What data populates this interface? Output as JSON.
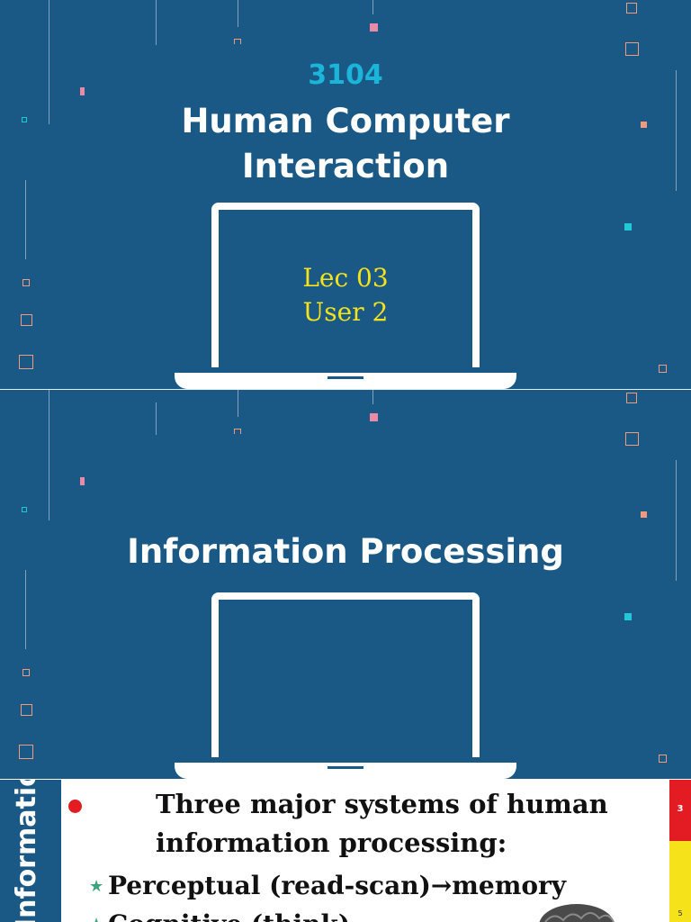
{
  "colors": {
    "background_blue": "#1a5986",
    "accent_cyan": "#1ab5d8",
    "accent_yellow": "#f5e21a",
    "accent_red": "#e31c23",
    "star_green": "#3aa57a",
    "confetti_pink": "#e98aa6",
    "confetti_salmon": "#f29a7c",
    "confetti_teal": "#22c8d8"
  },
  "slide1": {
    "course_code": "3104",
    "title_line1": "Human Computer",
    "title_line2": "Interaction",
    "screen_line1": "Lec 03",
    "screen_line2": "User 2"
  },
  "slide2": {
    "title": "Information Processing"
  },
  "slide3": {
    "side_label": "Information Processing",
    "bullet_line1": "Three major systems of human",
    "bullet_line2": "information processing:",
    "sub_items": [
      {
        "icon": "star-icon",
        "label": "Perceptual (read-scan)→memory"
      },
      {
        "icon": "star-icon",
        "label": "Cognitive (think)"
      }
    ],
    "page_number": "3",
    "page_number_small": "5"
  }
}
